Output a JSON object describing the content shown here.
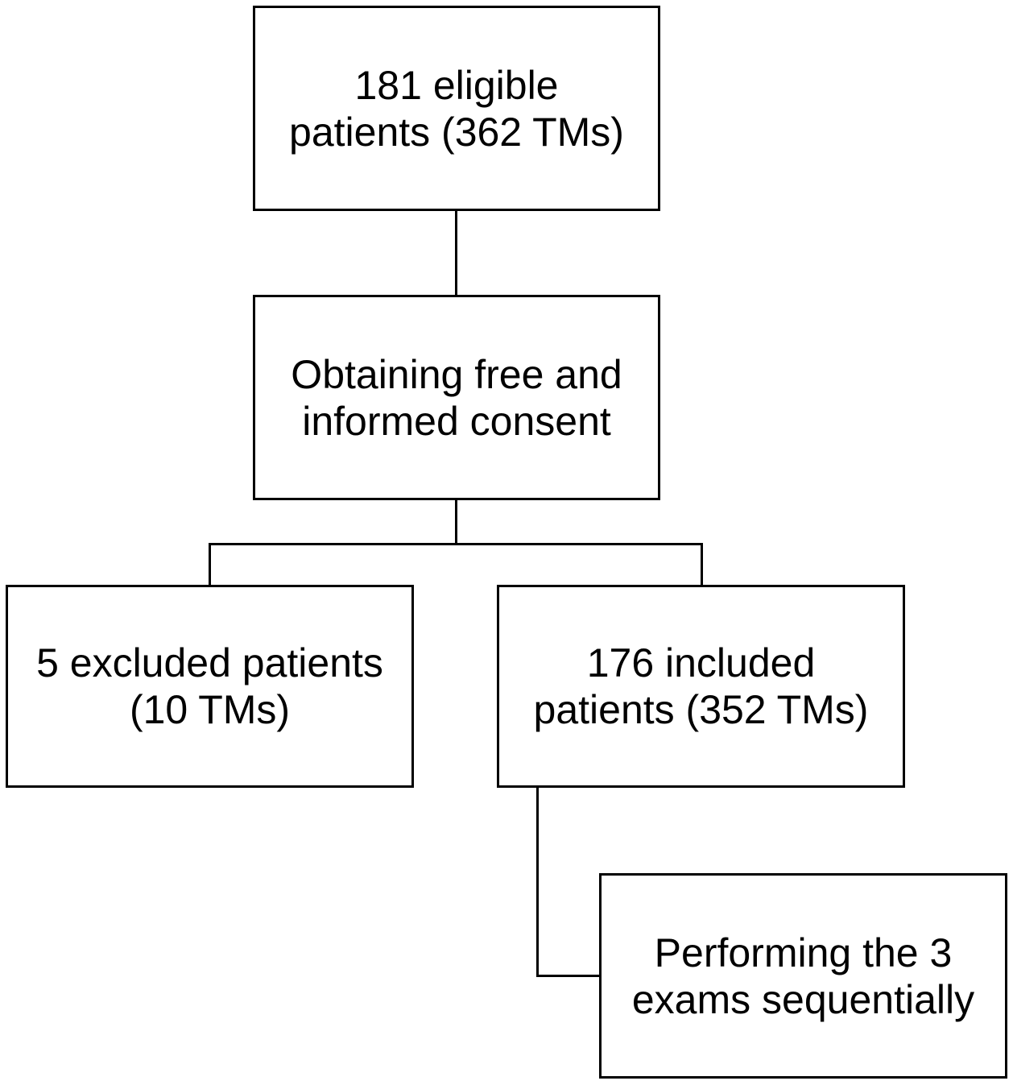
{
  "boxes": {
    "eligible": {
      "line1": "181 eligible",
      "line2": "patients (362 TMs)"
    },
    "consent": {
      "line1": "Obtaining free and",
      "line2": "informed consent"
    },
    "excluded": {
      "line1": "5 excluded patients",
      "line2": "(10 TMs)"
    },
    "included": {
      "line1": "176 included",
      "line2": "patients (352 TMs)"
    },
    "exams": {
      "line1": "Performing the 3",
      "line2": "exams sequentially"
    }
  },
  "colors": {
    "stroke": "#000000",
    "fill": "#ffffff"
  }
}
